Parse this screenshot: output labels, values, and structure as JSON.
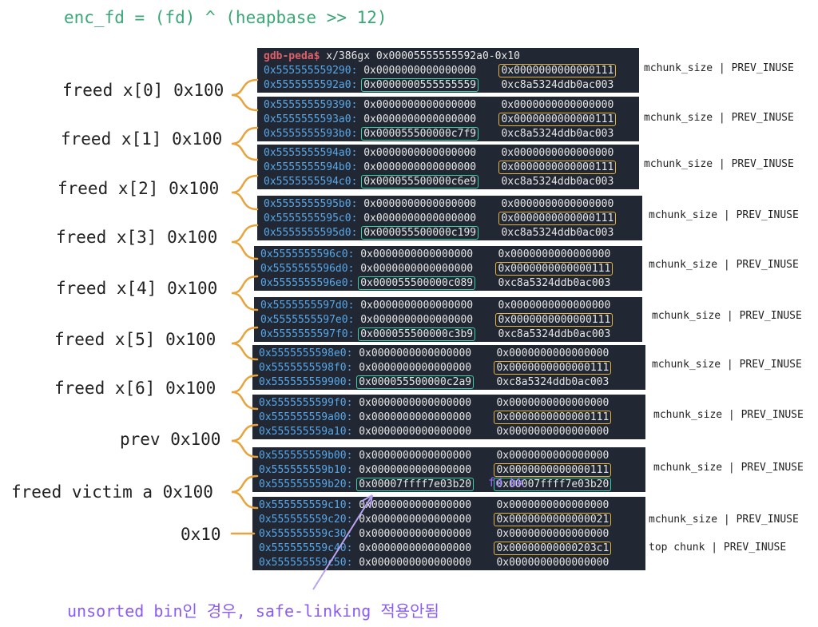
{
  "formula": "enc_fd = (fd) ^ (heapbase >> 12)",
  "note": "unsorted bin인 경우, safe-linking 적용안됨",
  "gdb": {
    "prompt": "gdb-peda$",
    "command": "x/386gx 0x00005555555592a0-0x10"
  },
  "labels": [
    "freed x[0] 0x100",
    "freed x[1] 0x100",
    "freed x[2] 0x100",
    "freed x[3] 0x100",
    "freed x[4] 0x100",
    "freed x[5] 0x100",
    "freed x[6] 0x100",
    "prev 0x100",
    "freed victim a 0x100",
    "0x10"
  ],
  "fd_bk_label": "fd bk",
  "blocks": [
    {
      "rows": [
        {
          "addr": "0x555555559290:",
          "v1": "0x0000000000000000",
          "v2": "0x0000000000000111"
        },
        {
          "addr": "0x5555555592a0:",
          "v1": "0x0000000555555559",
          "v2": "0xc8a5324ddb0ac003"
        }
      ]
    },
    {
      "rows": [
        {
          "addr": "0x555555559390:",
          "v1": "0x0000000000000000",
          "v2": "0x0000000000000000"
        },
        {
          "addr": "0x5555555593a0:",
          "v1": "0x0000000000000000",
          "v2": "0x0000000000000111"
        },
        {
          "addr": "0x5555555593b0:",
          "v1": "0x000055500000c7f9",
          "v2": "0xc8a5324ddb0ac003"
        }
      ]
    },
    {
      "rows": [
        {
          "addr": "0x5555555594a0:",
          "v1": "0x0000000000000000",
          "v2": "0x0000000000000000"
        },
        {
          "addr": "0x5555555594b0:",
          "v1": "0x0000000000000000",
          "v2": "0x0000000000000111"
        },
        {
          "addr": "0x5555555594c0:",
          "v1": "0x000055500000c6e9",
          "v2": "0xc8a5324ddb0ac003"
        }
      ]
    },
    {
      "rows": [
        {
          "addr": "0x5555555595b0:",
          "v1": "0x0000000000000000",
          "v2": "0x0000000000000000"
        },
        {
          "addr": "0x5555555595c0:",
          "v1": "0x0000000000000000",
          "v2": "0x0000000000000111"
        },
        {
          "addr": "0x5555555595d0:",
          "v1": "0x000055500000c199",
          "v2": "0xc8a5324ddb0ac003"
        }
      ]
    },
    {
      "rows": [
        {
          "addr": "0x5555555596c0:",
          "v1": "0x0000000000000000",
          "v2": "0x0000000000000000"
        },
        {
          "addr": "0x5555555596d0:",
          "v1": "0x0000000000000000",
          "v2": "0x0000000000000111"
        },
        {
          "addr": "0x5555555596e0:",
          "v1": "0x000055500000c089",
          "v2": "0xc8a5324ddb0ac003"
        }
      ]
    },
    {
      "rows": [
        {
          "addr": "0x5555555597d0:",
          "v1": "0x0000000000000000",
          "v2": "0x0000000000000000"
        },
        {
          "addr": "0x5555555597e0:",
          "v1": "0x0000000000000000",
          "v2": "0x0000000000000111"
        },
        {
          "addr": "0x5555555597f0:",
          "v1": "0x000055500000c3b9",
          "v2": "0xc8a5324ddb0ac003"
        }
      ]
    },
    {
      "rows": [
        {
          "addr": "0x5555555598e0:",
          "v1": "0x0000000000000000",
          "v2": "0x0000000000000000"
        },
        {
          "addr": "0x5555555598f0:",
          "v1": "0x0000000000000000",
          "v2": "0x0000000000000111"
        },
        {
          "addr": "0x555555559900:",
          "v1": "0x000055500000c2a9",
          "v2": "0xc8a5324ddb0ac003"
        }
      ]
    },
    {
      "rows": [
        {
          "addr": "0x5555555599f0:",
          "v1": "0x0000000000000000",
          "v2": "0x0000000000000000"
        },
        {
          "addr": "0x555555559a00:",
          "v1": "0x0000000000000000",
          "v2": "0x0000000000000111"
        },
        {
          "addr": "0x555555559a10:",
          "v1": "0x0000000000000000",
          "v2": "0x0000000000000000"
        }
      ]
    },
    {
      "rows": [
        {
          "addr": "0x555555559b00:",
          "v1": "0x0000000000000000",
          "v2": "0x0000000000000000"
        },
        {
          "addr": "0x555555559b10:",
          "v1": "0x0000000000000000",
          "v2": "0x0000000000000111"
        },
        {
          "addr": "0x555555559b20:",
          "v1": "0x00007ffff7e03b20",
          "v2": "0x00007ffff7e03b20"
        }
      ]
    },
    {
      "rows": [
        {
          "addr": "0x555555559c10:",
          "v1": "0x0000000000000000",
          "v2": "0x0000000000000000"
        },
        {
          "addr": "0x555555559c20:",
          "v1": "0x0000000000000000",
          "v2": "0x0000000000000021"
        },
        {
          "addr": "0x555555559c30:",
          "v1": "0x0000000000000000",
          "v2": "0x0000000000000000"
        },
        {
          "addr": "0x555555559c40:",
          "v1": "0x0000000000000000",
          "v2": "0x00000000000203c1"
        },
        {
          "addr": "0x555555559c50:",
          "v1": "0x0000000000000000",
          "v2": "0x0000000000000000"
        }
      ]
    }
  ],
  "annotations": [
    "mchunk_size | PREV_INUSE",
    "mchunk_size | PREV_INUSE",
    "mchunk_size | PREV_INUSE",
    "mchunk_size | PREV_INUSE",
    "mchunk_size | PREV_INUSE",
    "mchunk_size | PREV_INUSE",
    "mchunk_size | PREV_INUSE",
    "mchunk_size | PREV_INUSE",
    "mchunk_size | PREV_INUSE",
    "mchunk_size | PREV_INUSE",
    "top chunk | PREV_INUSE"
  ],
  "colors": {
    "formula": "#3aa876",
    "note": "#8a5cf0",
    "bracket": "#e8a33a",
    "address": "#56a6e8",
    "value": "#e6e6e6",
    "green_box": "#3fd0a8",
    "yellow_box": "#e5b340",
    "terminal_bg": "#222833"
  }
}
